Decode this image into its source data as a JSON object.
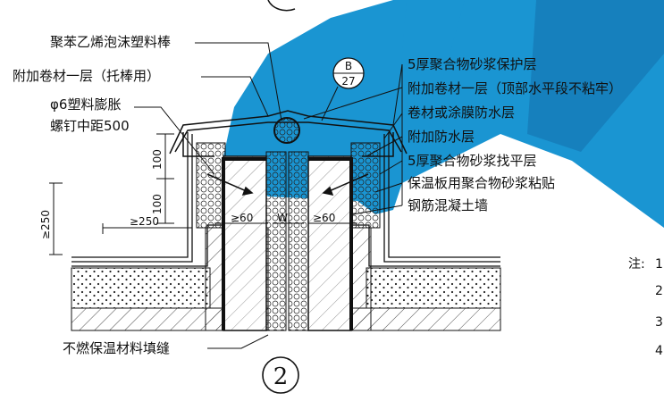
{
  "detail": {
    "number": "2",
    "ref_top": "B",
    "ref_bottom": "27"
  },
  "labels": {
    "left": [
      "聚苯乙烯泡沫塑料棒",
      "附加卷材一层（托棒用）",
      "φ6塑料膨胀",
      "螺钉中距500"
    ],
    "right": [
      "5厚聚合物砂浆保护层",
      "附加卷材一层（顶部水平段不粘牢）",
      "卷材或涂膜防水层",
      "附加防水层",
      "5厚聚合物砂浆找平层",
      "保温板用聚合物砂浆粘贴",
      "钢筋混凝土墙"
    ],
    "bottom": "不燃保温材料填缝"
  },
  "dimensions": {
    "d100_a": "100",
    "d100_b": "100",
    "d250_v": "≥250",
    "d250_h": "≥250",
    "d60_l": "≥60",
    "d60_r": "≥60",
    "w": "W"
  },
  "notes": {
    "prefix": "注:",
    "numbers": [
      "1",
      "2",
      "3",
      "4"
    ]
  },
  "colors": {
    "blue_band": "#1a95d2",
    "line": "#111111",
    "paper": "#ffffff"
  }
}
